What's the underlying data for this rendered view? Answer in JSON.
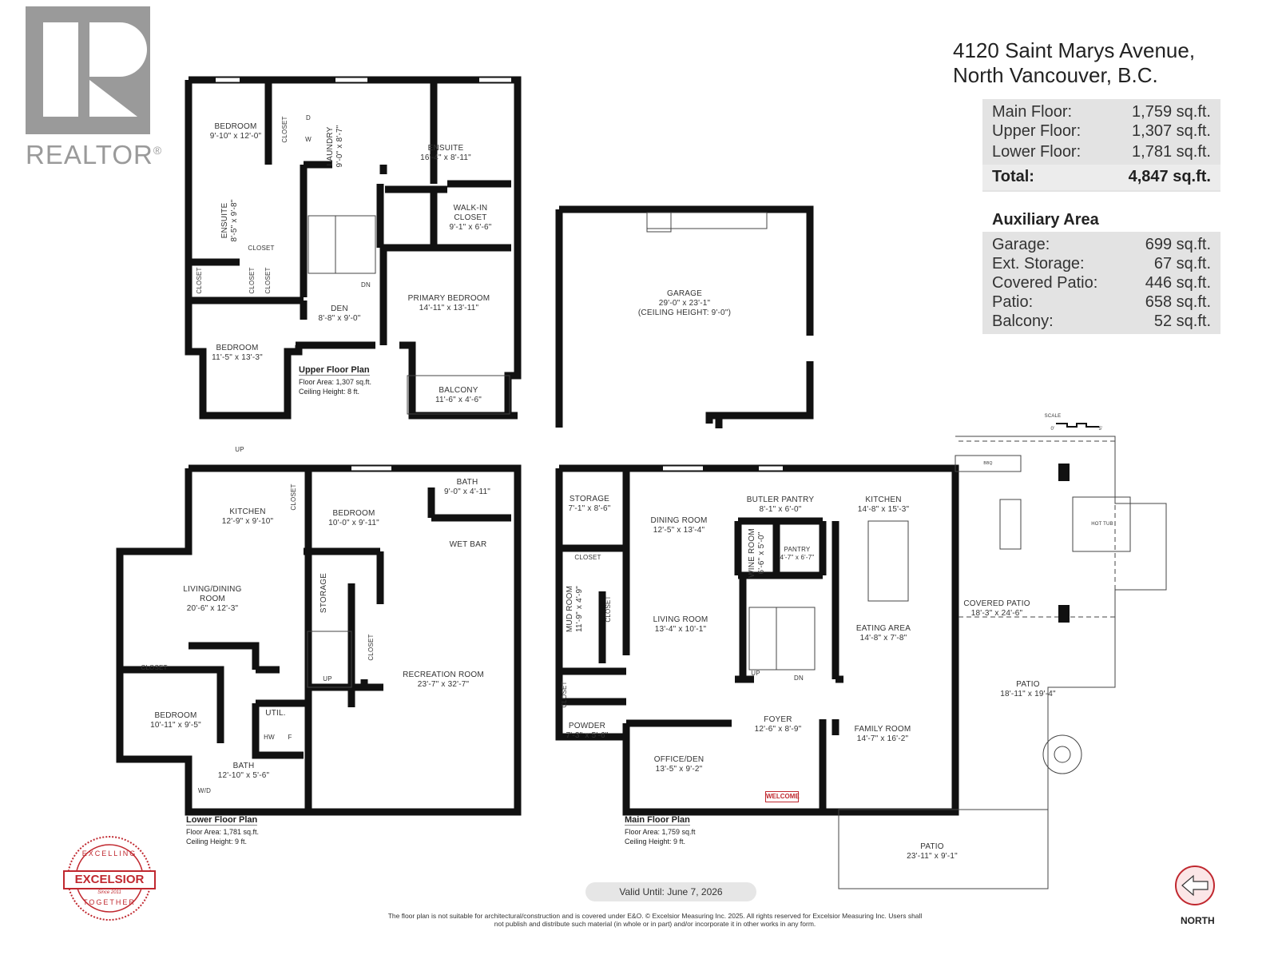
{
  "header": {
    "address_line1": "4120 Saint Marys Avenue,",
    "address_line2": "North Vancouver, B.C."
  },
  "areas": {
    "rows": [
      {
        "label": "Main Floor:",
        "value": "1,759 sq.ft."
      },
      {
        "label": "Upper Floor:",
        "value": "1,307 sq.ft."
      },
      {
        "label": "Lower Floor:",
        "value": "1,781 sq.ft."
      }
    ],
    "total": {
      "label": "Total:",
      "value": "4,847 sq.ft."
    }
  },
  "auxiliary": {
    "title": "Auxiliary Area",
    "rows": [
      {
        "label": "Garage:",
        "value": "699 sq.ft."
      },
      {
        "label": "Ext. Storage:",
        "value": "67 sq.ft."
      },
      {
        "label": "Covered Patio:",
        "value": "446 sq.ft."
      },
      {
        "label": "Patio:",
        "value": "658 sq.ft."
      },
      {
        "label": "Balcony:",
        "value": "52 sq.ft."
      }
    ]
  },
  "logos": {
    "realtor": "REALTOR",
    "realtor_mark": "®",
    "excelsior": "EXCELSIOR",
    "excelsior_top": "EXCELLING",
    "excelsior_bottom": "TOGETHER",
    "excelsior_since": "Since 2011",
    "north": "NORTH"
  },
  "upper_floor": {
    "legend_title": "Upper Floor Plan",
    "floor_area": "Floor Area: 1,307 sq.ft.",
    "ceiling": "Ceiling Height: 8 ft.",
    "rooms": [
      {
        "name": "Bedroom",
        "dims": "9'-10\" x 12'-0\""
      },
      {
        "name": "Closet",
        "dims": ""
      },
      {
        "name": "Laundry",
        "dims": "9'-0\" x 8'-7\""
      },
      {
        "name": "Ensuite",
        "dims": "16'-4\" x 8'-11\""
      },
      {
        "name": "Walk-In Closet",
        "dims": "9'-1\" x 6'-6\""
      },
      {
        "name": "Ensuite",
        "dims": "8'-5\" x 9'-8\""
      },
      {
        "name": "Closet",
        "dims": ""
      },
      {
        "name": "Closet",
        "dims": ""
      },
      {
        "name": "Closet",
        "dims": ""
      },
      {
        "name": "Closet",
        "dims": ""
      },
      {
        "name": "Den",
        "dims": "8'-8\" x 9'-0\""
      },
      {
        "name": "Primary Bedroom",
        "dims": "14'-11\" x 13'-11\""
      },
      {
        "name": "Bedroom",
        "dims": "11'-5\" x 13'-3\""
      },
      {
        "name": "Balcony",
        "dims": "11'-6\" x 4'-6\""
      }
    ],
    "stair_label": "DN",
    "appliances": [
      "D",
      "W"
    ]
  },
  "garage": {
    "name": "Garage",
    "dims": "29'-0\" x 23'-1\"",
    "ceiling": "(Ceiling Height: 9'-0\")"
  },
  "lower_floor": {
    "legend_title": "Lower Floor Plan",
    "floor_area": "Floor Area: 1,781 sq.ft.",
    "ceiling": "Ceiling Height: 9 ft.",
    "rooms": [
      {
        "name": "Kitchen",
        "dims": "12'-9\" x 9'-10\""
      },
      {
        "name": "Closet",
        "dims": ""
      },
      {
        "name": "Bedroom",
        "dims": "10'-0\" x 9'-11\""
      },
      {
        "name": "Bath",
        "dims": "9'-0\" x 4'-11\""
      },
      {
        "name": "Wet Bar",
        "dims": ""
      },
      {
        "name": "Living/Dining Room",
        "dims": "20'-6\" x 12'-3\""
      },
      {
        "name": "Storage",
        "dims": ""
      },
      {
        "name": "Closet",
        "dims": ""
      },
      {
        "name": "Recreation Room",
        "dims": "23'-7\" x 32'-7\""
      },
      {
        "name": "Closet",
        "dims": ""
      },
      {
        "name": "Bedroom",
        "dims": "10'-11\" x 9'-5\""
      },
      {
        "name": "Util.",
        "dims": ""
      },
      {
        "name": "Bath",
        "dims": "12'-10\" x 5'-6\""
      }
    ],
    "stair_up_outside": "UP",
    "stair_up": "UP",
    "appliances": [
      "HW",
      "F",
      "W/D"
    ]
  },
  "main_floor": {
    "legend_title": "Main Floor Plan",
    "floor_area": "Floor Area: 1,759 sq.ft",
    "ceiling": "Ceiling Height: 9 ft.",
    "rooms": [
      {
        "name": "Storage",
        "dims": "7'-1\" x 8'-6\""
      },
      {
        "name": "Dining Room",
        "dims": "12'-5\" x 13'-4\""
      },
      {
        "name": "Butler Pantry",
        "dims": "8'-1\" x 6'-0\""
      },
      {
        "name": "Kitchen",
        "dims": "14'-8\" x 15'-3\""
      },
      {
        "name": "Closet",
        "dims": ""
      },
      {
        "name": "Wine Room",
        "dims": "6'-6\" x 5'-0\""
      },
      {
        "name": "Pantry",
        "dims": "4'-7\" x 6'-7\""
      },
      {
        "name": "Mud Room",
        "dims": "11'-9\" x 4'-9\""
      },
      {
        "name": "Closet",
        "dims": ""
      },
      {
        "name": "Living Room",
        "dims": "13'-4\" x 10'-1\""
      },
      {
        "name": "Eating Area",
        "dims": "14'-8\" x 7'-8\""
      },
      {
        "name": "Closet",
        "dims": ""
      },
      {
        "name": "Powder",
        "dims": "7'-3\" x 5'-6\""
      },
      {
        "name": "Foyer",
        "dims": "12'-6\" x 8'-9\""
      },
      {
        "name": "Family Room",
        "dims": "14'-7\" x 16'-2\""
      },
      {
        "name": "Office/Den",
        "dims": "13'-5\" x 9'-2\""
      },
      {
        "name": "Patio",
        "dims": "23'-11\" x 9'-1\""
      },
      {
        "name": "Covered Patio",
        "dims": "18'-3\" x 24'-6\""
      },
      {
        "name": "Patio",
        "dims": "18'-11\" x 19'-4\""
      }
    ],
    "stair_up": "UP",
    "stair_dn": "DN",
    "welcome_mat": "WELCOME",
    "hot_tub": "HOT TUB",
    "bbq": "BBQ",
    "scale": {
      "title": "SCALE",
      "start": "0'",
      "end": "5'"
    }
  },
  "footer": {
    "valid_until": "Valid Until: June 7, 2026",
    "disclaimer": "The floor plan is not suitable for architectural/construction and is covered under E&O. © Excelsior Measuring Inc. 2025. All rights reserved for Excelsior Measuring Inc. Users shall not publish and distribute such material (in whole or in part) and/or incorporate it in other works in any form."
  },
  "colors": {
    "wall": "#111111",
    "logo_gray": "#9a9a9a",
    "brand_red": "#c0282f",
    "table_bg": "#e3e3e3"
  }
}
